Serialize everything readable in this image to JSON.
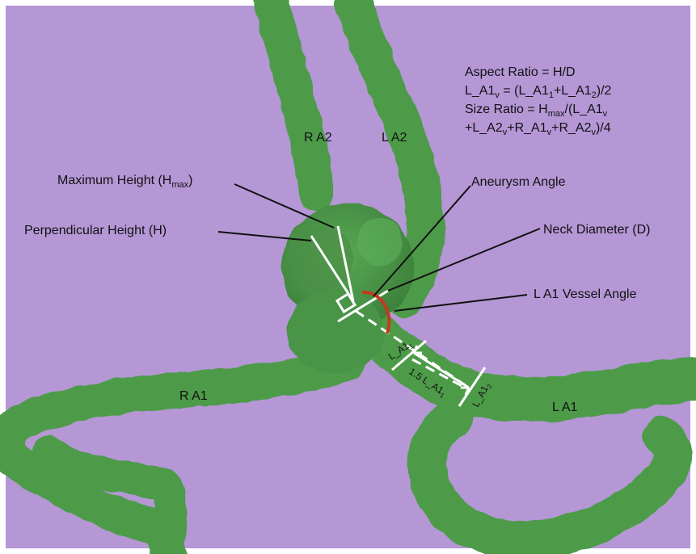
{
  "colors": {
    "background": "#b597d6",
    "vessel": "#4e9b4a",
    "vessel_dark": "#2f6b30",
    "vessel_light": "#6cba62",
    "annotation": "#ffffff",
    "angle_arc": "#c43a1f",
    "text": "#111111"
  },
  "formulas": {
    "line1": "Aspect Ratio = H/D",
    "line2_a": "L_A1",
    "line2_b": "v",
    "line2_c": " = (L_A1",
    "line2_d": "1",
    "line2_e": "+L_A1",
    "line2_f": "2",
    "line2_g": ")/2",
    "line3_a": "Size Ratio = H",
    "line3_b": "max",
    "line3_c": "/(L_A1",
    "line3_d": "v",
    "line4_a": "+L_A2",
    "line4_b": "v",
    "line4_c": "+R_A1",
    "line4_d": "v",
    "line4_e": "+R_A2",
    "line4_f": "v",
    "line4_g": ")/4"
  },
  "labels": {
    "max_height_a": "Maximum Height (H",
    "max_height_b": "max",
    "max_height_c": ")",
    "perp_height": "Perpendicular Height (H)",
    "aneurysm_angle": "Aneurysm Angle",
    "neck_diameter": "Neck Diameter (D)",
    "la1_vessel_angle": "L A1 Vessel Angle"
  },
  "vessels": {
    "ra2": "R A2",
    "la2": "L A2",
    "ra1": "R A1",
    "la1": "L A1"
  },
  "measures": {
    "la1_1_a": "L_A1",
    "la1_1_b": "1",
    "la1_15_a": "1.5 L_A1",
    "la1_15_b": "1",
    "la1_2_a": "L_A1",
    "la1_2_b": "2"
  }
}
